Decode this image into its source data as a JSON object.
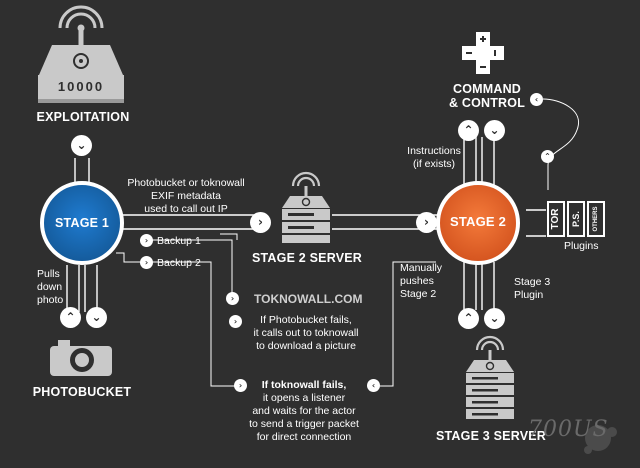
{
  "nodes": {
    "exploitation": "EXPLOITATION",
    "exploitation_device_code": "10000",
    "stage1": "STAGE 1",
    "stage2": "STAGE 2",
    "stage2_server": "STAGE 2 SERVER",
    "stage3_server": "STAGE 3 SERVER",
    "photobucket": "PHOTOBUCKET",
    "command_control_line1": "COMMAND",
    "command_control_line2": "& CONTROL",
    "toknowall": "TOKNOWALL.COM"
  },
  "labels": {
    "exif_line1": "Photobucket or toknowall",
    "exif_line2": "EXIF metadata",
    "exif_line3": "used to call out IP",
    "backup1": "Backup 1",
    "backup2": "Backup 2",
    "pulls_line1": "Pulls",
    "pulls_line2": "down",
    "pulls_line3": "photo",
    "instructions_line1": "Instructions",
    "instructions_line2": "(if exists)",
    "manual_line1": "Manually",
    "manual_line2": "pushes",
    "manual_line3": "Stage 2",
    "stage3_plugin_line1": "Stage 3",
    "stage3_plugin_line2": "Plugin",
    "plugins": "Plugins",
    "plugin_tor": "TOR",
    "plugin_ps": "P.S.",
    "plugin_others": "OTHERS",
    "fail1_line1": "If Photobucket fails,",
    "fail1_line2": "it calls out to toknowall",
    "fail1_line3": "to download a picture",
    "fail2_line1": "If toknowall fails,",
    "fail2_line2": "it opens a listener",
    "fail2_line3": "and waits for the actor",
    "fail2_line4": "to send a trigger packet",
    "fail2_line5": "for direct connection"
  },
  "watermark": "700US",
  "colors": {
    "background": "#2f2f2f",
    "stage1": "#1e6fb8",
    "stage2": "#e8632b",
    "icon_grey": "#c9c9c9",
    "line": "#ffffff"
  }
}
